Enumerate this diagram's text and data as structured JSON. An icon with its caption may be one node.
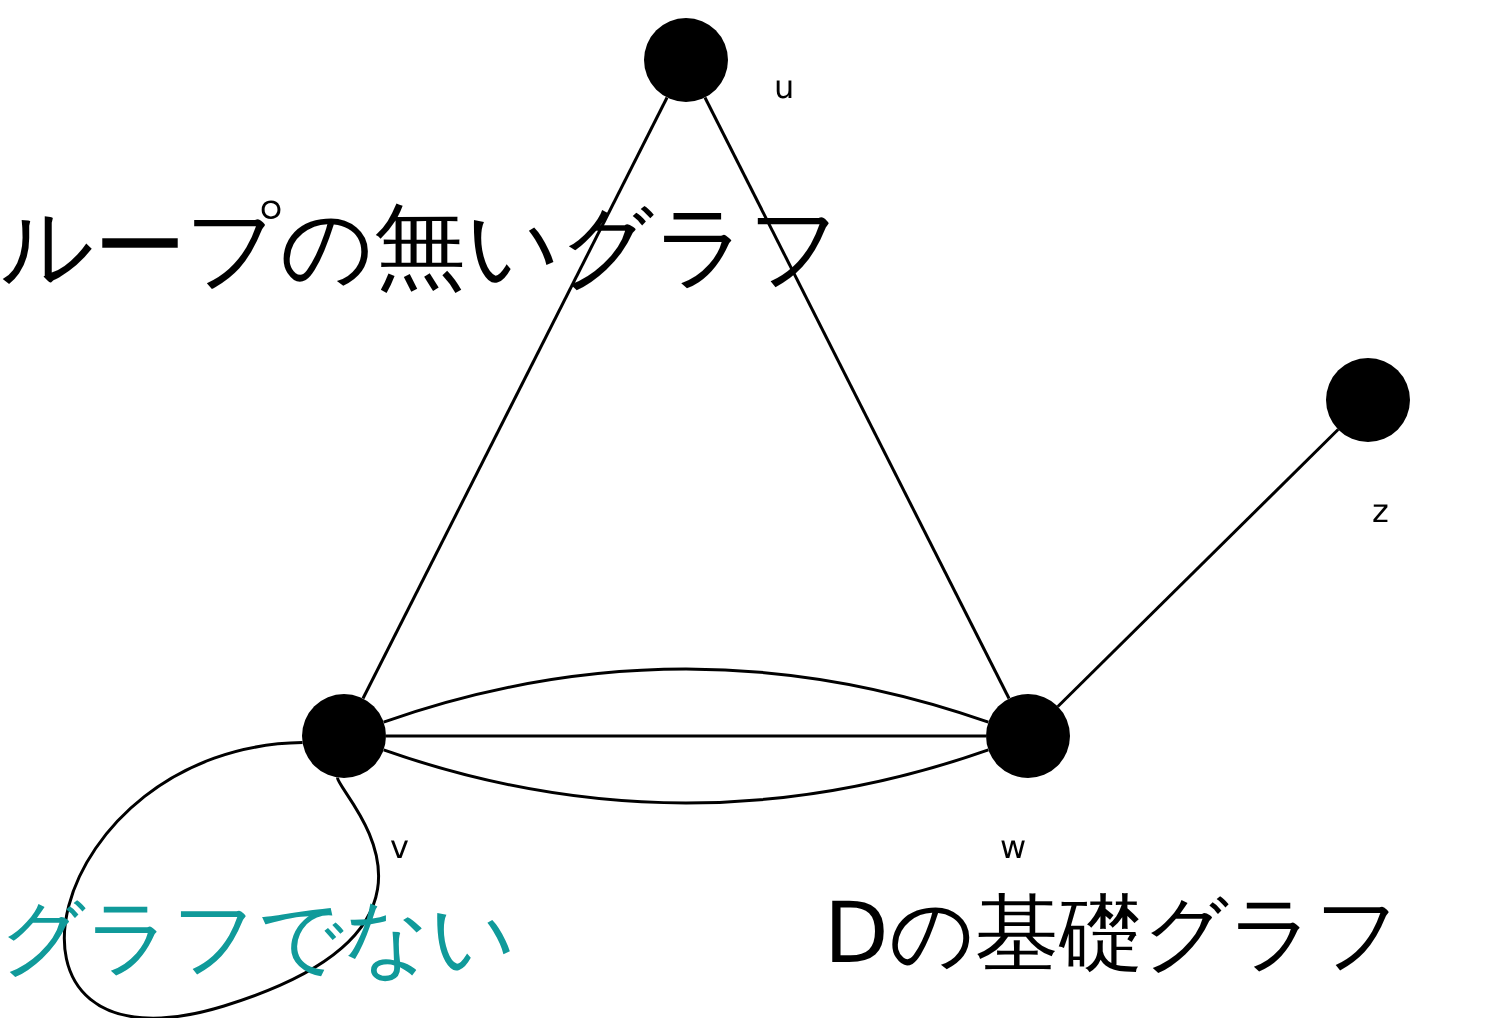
{
  "diagram": {
    "nodes": [
      {
        "text": [],
        "shape": "circle",
        "beside": [
          "u"
        ]
      },
      {
        "text": [],
        "shape": "circle",
        "beside": [
          "z"
        ]
      },
      {
        "text": [],
        "shape": "circle",
        "beside": [
          "v"
        ]
      },
      {
        "text": [],
        "shape": "circle",
        "beside": [
          "w"
        ]
      }
    ],
    "edges": [
      {
        "from": 0,
        "to": 2,
        "arrow": "none"
      },
      {
        "from": 0,
        "to": 3,
        "arrow": "none"
      },
      {
        "from": 3,
        "to": 1,
        "arrow": "none"
      },
      {
        "from": 2,
        "to": 3,
        "arrow": "none"
      },
      {
        "from": 2,
        "to": 3,
        "arrow": "none"
      },
      {
        "from": 2,
        "to": 3,
        "arrow": "none"
      },
      {
        "from": 2,
        "to": 2,
        "arrow": "none"
      }
    ],
    "labels": [
      "ループの無いグラフ",
      "グラフでない",
      "Dの基礎グラフ"
    ]
  }
}
